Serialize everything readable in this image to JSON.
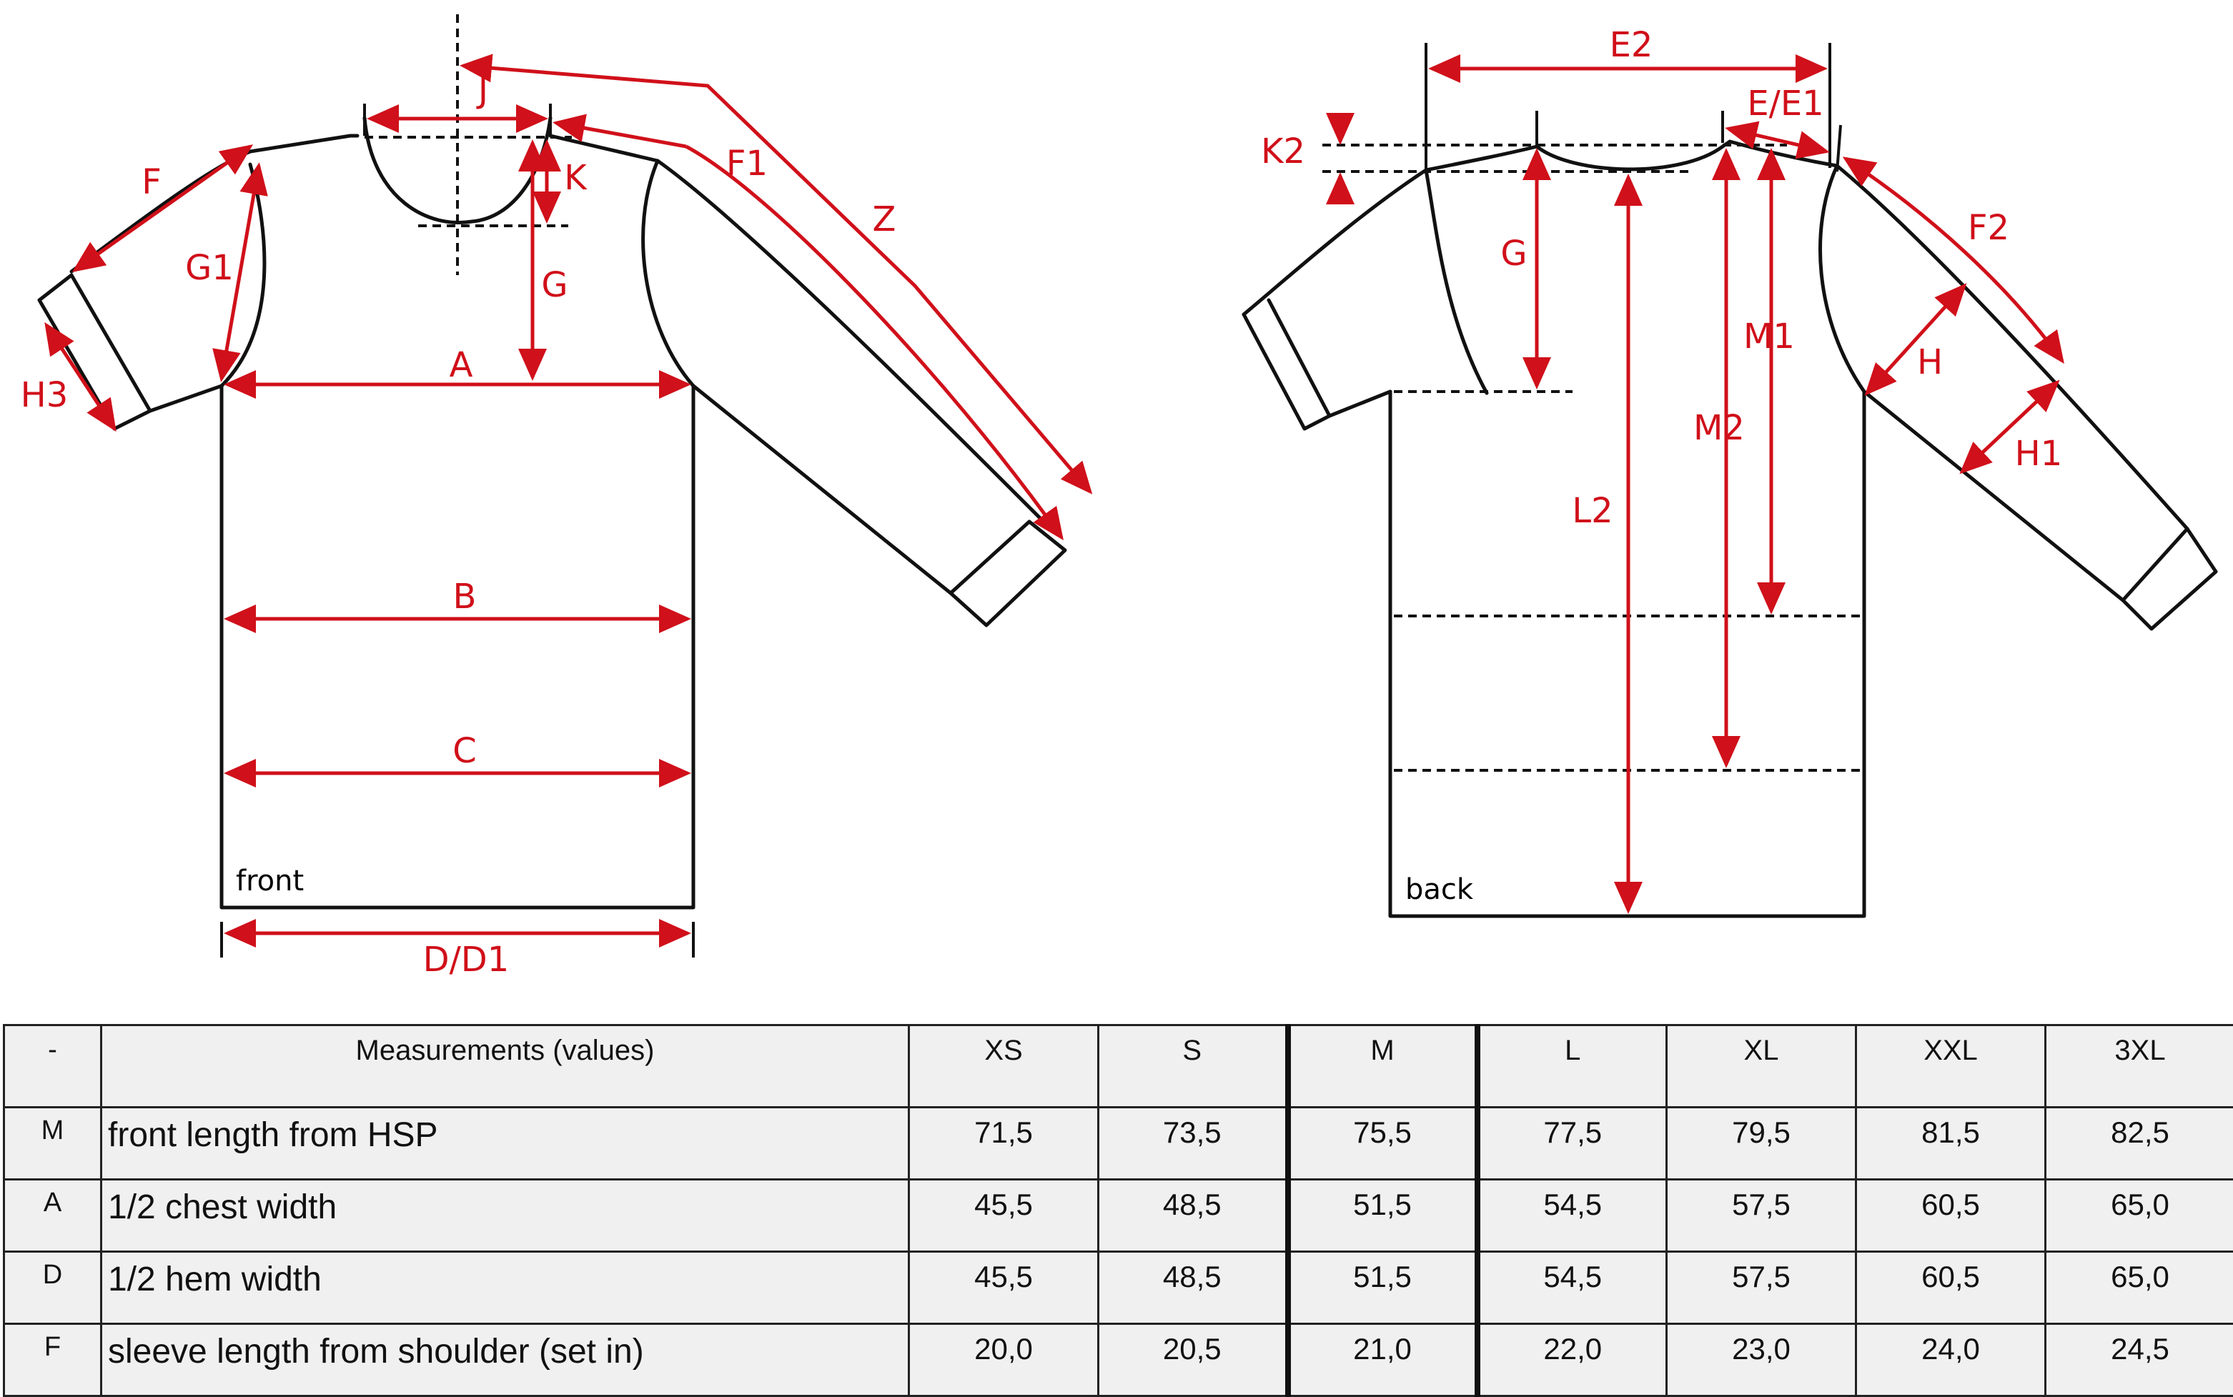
{
  "diagram": {
    "views": {
      "front": "front",
      "back": "back"
    },
    "labels": {
      "J": "J",
      "K": "K",
      "F": "F",
      "F1": "F1",
      "Z": "Z",
      "G1": "G1",
      "G_front": "G",
      "H3": "H3",
      "A": "A",
      "B": "B",
      "C": "C",
      "D_D1": "D/D1",
      "E2": "E2",
      "E_E1": "E/E1",
      "K2": "K2",
      "G_back": "G",
      "F2": "F2",
      "M1": "M1",
      "H": "H",
      "M2": "M2",
      "H1": "H1",
      "L2": "L2"
    },
    "colors": {
      "measure": "#d0101a",
      "outline": "#111111"
    }
  },
  "table": {
    "headers": [
      "-",
      "Measurements (values)",
      "XS",
      "S",
      "M",
      "L",
      "XL",
      "XXL",
      "3XL"
    ],
    "rows": [
      {
        "code": "M",
        "desc": "front length from HSP",
        "values": [
          "71,5",
          "73,5",
          "75,5",
          "77,5",
          "79,5",
          "81,5",
          "82,5"
        ]
      },
      {
        "code": "A",
        "desc": "1/2 chest width",
        "values": [
          "45,5",
          "48,5",
          "51,5",
          "54,5",
          "57,5",
          "60,5",
          "65,0"
        ]
      },
      {
        "code": "D",
        "desc": "1/2 hem width",
        "values": [
          "45,5",
          "48,5",
          "51,5",
          "54,5",
          "57,5",
          "60,5",
          "65,0"
        ]
      },
      {
        "code": "F",
        "desc": "sleeve length from shoulder (set in)",
        "values": [
          "20,0",
          "20,5",
          "21,0",
          "22,0",
          "23,0",
          "24,0",
          "24,5"
        ]
      }
    ]
  }
}
